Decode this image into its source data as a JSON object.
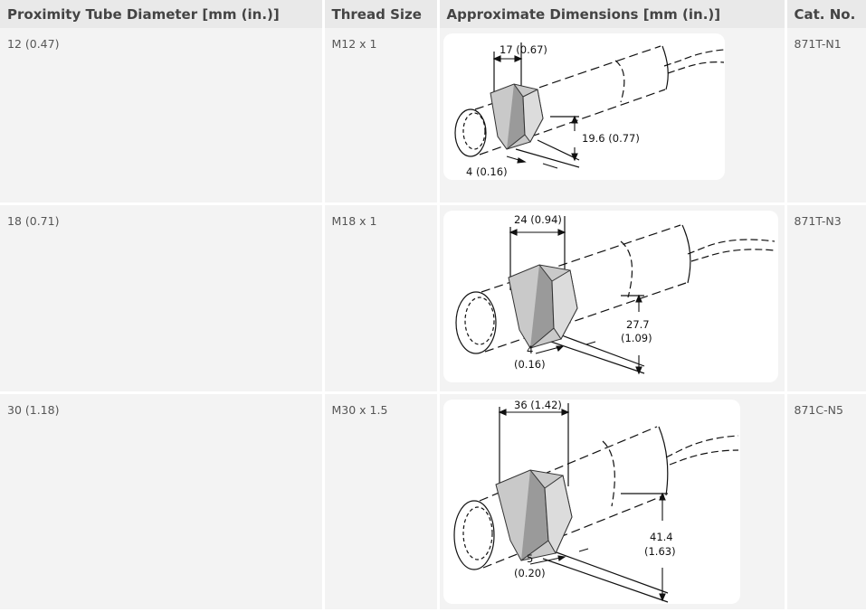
{
  "table": {
    "headers": [
      "Proximity Tube Diameter [mm (in.)]",
      "Thread Size",
      "Approximate Dimensions [mm (in.)]",
      "Cat. No."
    ],
    "rows": [
      {
        "diameter": "12 (0.47)",
        "thread": "M12 x 1",
        "catno": "871T-N1",
        "dims": {
          "length": "17 (0.67)",
          "width": "19.6 (0.77)",
          "width_in": "",
          "gap": "4 (0.16)",
          "gap_in": ""
        }
      },
      {
        "diameter": "18 (0.71)",
        "thread": "M18 x 1",
        "catno": "871T-N3",
        "dims": {
          "length": "24 (0.94)",
          "width": "27.7",
          "width_in": "(1.09)",
          "gap": "4",
          "gap_in": "(0.16)"
        }
      },
      {
        "diameter": "30 (1.18)",
        "thread": "M30 x 1.5",
        "catno": "871C-N5",
        "dims": {
          "length": "36 (1.42)",
          "width": "41.4",
          "width_in": "(1.63)",
          "gap": "5",
          "gap_in": "(0.20)"
        }
      }
    ]
  }
}
